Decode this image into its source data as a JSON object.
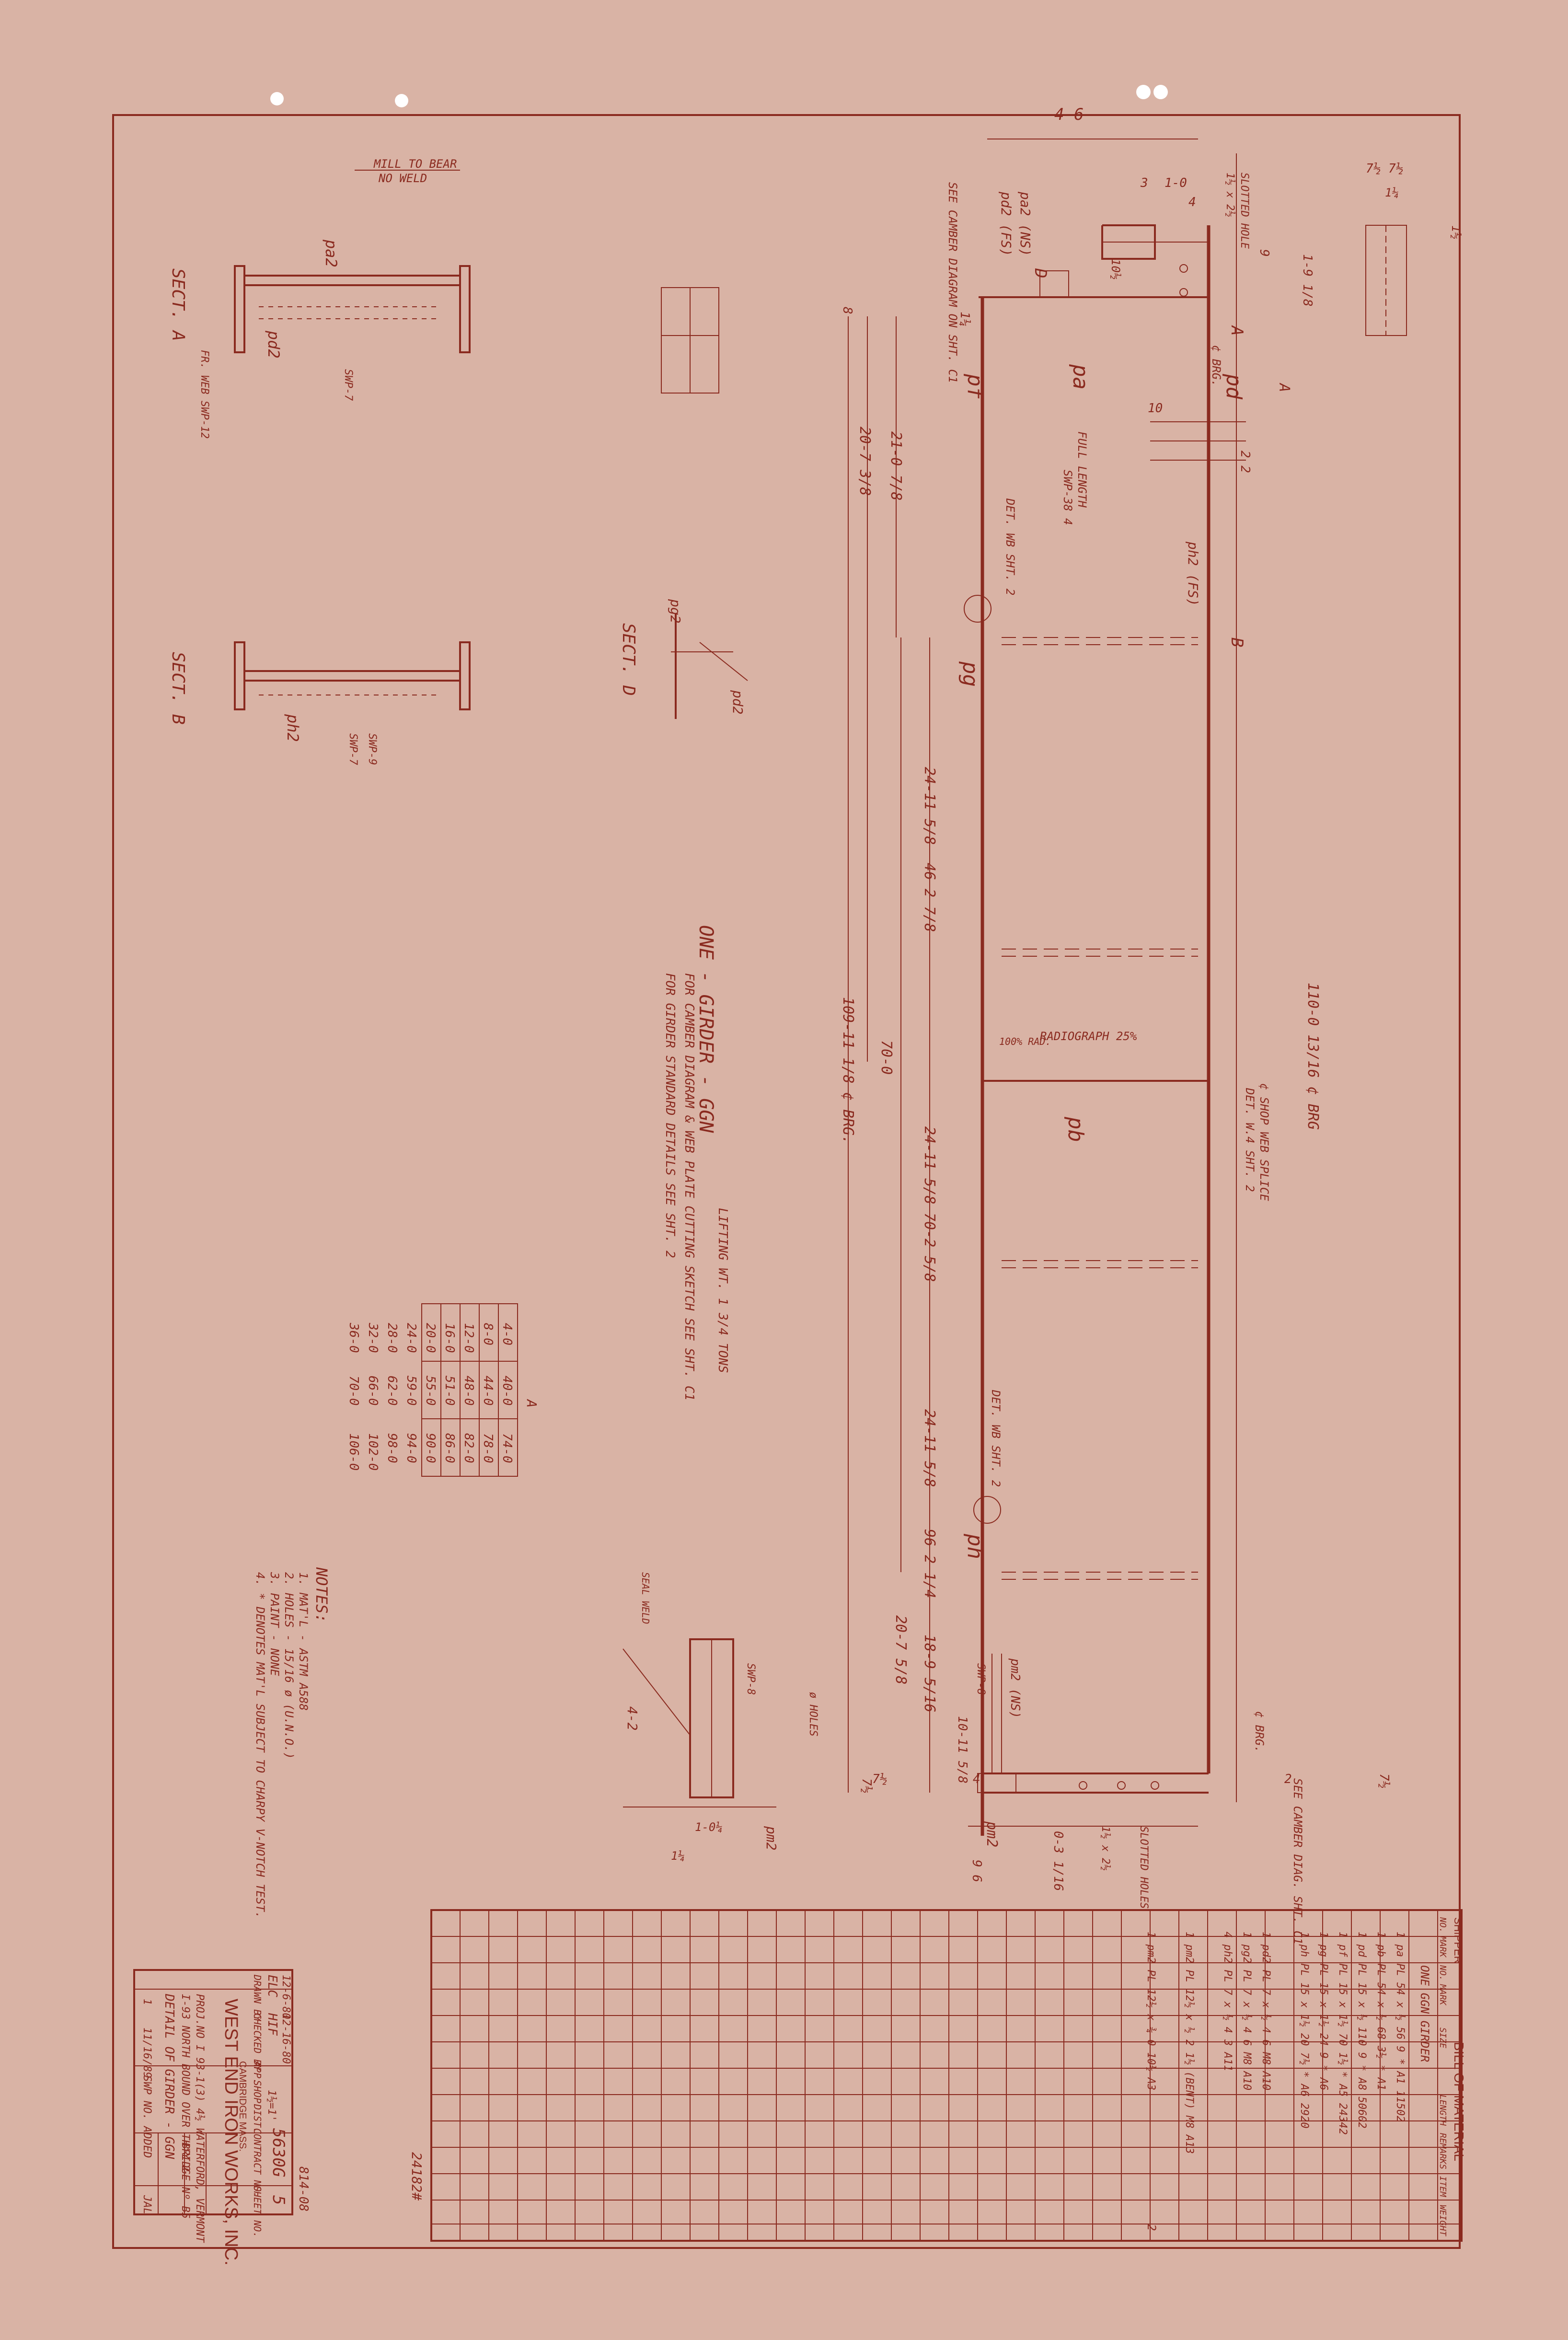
{
  "colors": {
    "paper": "#d9b3a5",
    "ink": "#8a2a1f",
    "margin": "#e3c3b4"
  },
  "title_block": {
    "company": "WEST END IRON WORKS, INC.",
    "city": "CAMBRIDGE MASS.",
    "title_line1": "DETAIL OF GIRDER - GGN",
    "title_line2": "I-93 NORTH BOUND OVER TH'Y 2",
    "title_line3": "PROJ.NO I 93-1(3) 4½",
    "bridge": "BRIDGE Nº B5",
    "location": "WATERFORD, VERMONT",
    "revision_no": "1",
    "revision_date": "11/16/89",
    "revision_text": "SWP NO. ADDED",
    "revision_by": "JAL",
    "headers": [
      "DRAWN BY",
      "CHECKED BY",
      "APP.",
      "SHOP",
      "DIST.",
      "CONTRACT NO.",
      "SHEET NO."
    ],
    "drawn_by": "ELC",
    "drawn_date": "12-6-80",
    "checked_by": "HIF",
    "checked_date": "12-16-80",
    "scale": "1½=1'",
    "contract_no": "5630G",
    "sheet_no": "5",
    "drawing_no": "814-08"
  },
  "bill_of_material": {
    "title": "BILL OF MATERIAL",
    "shipper": "SHIPPER",
    "headers": [
      "NO.",
      "MARK",
      "NO.",
      "MARK",
      "SIZE",
      "LENGTH",
      "REMARKS",
      "ITEM",
      "WEIGHT"
    ],
    "item_title": "ONE GGN GIRDER",
    "rows": [
      "1   pa  PL 54 x ½   56  9   *   A1   11502",
      "1   pb  PL 54 x ½   68  3½  *   A1",
      "1   pd  PL 15 x ½   110 9   *   A8   50602",
      "1   pf  PL 15 x 1½  70  1½  *   A5   24342",
      "1   pg  PL 15 x 1½  24  9   *   A6",
      "1   ph  PL 15 x 1½  20  7½  *   A6   2920",
      "1   pd2 PL 7 x ½    4  6       M8   A10",
      "1   pg2 PL 7 x ½    4  6       M8   A10",
      "4   ph2 PL 7 x ½    4  3            A11",
      "1   pm2 PL 12½ x ½   2  1½  (BENT)  M8   A13",
      "1   pm2 PL 12½ x ¾   0  10½         A3"
    ],
    "weight_note": "2"
  },
  "notes": {
    "title": "NOTES:",
    "lines": [
      "1. MAT'L - ASTM A588",
      "2. HOLES - 15/16 ø (U.N.O.)",
      "3. PAINT - NONE",
      "4. * DENOTES MAT'L SUBJECT TO CHARPY V-NOTCH TEST."
    ]
  },
  "table_a": {
    "header": "A",
    "rows": [
      [
        "4-0",
        "40-0",
        "74-0"
      ],
      [
        "8-0",
        "44-0",
        "78-0"
      ],
      [
        "12-0",
        "48-0",
        "82-0"
      ],
      [
        "16-0",
        "51-0",
        "86-0"
      ],
      [
        "20-0",
        "55-0",
        "90-0"
      ],
      [
        "24-0",
        "59-0",
        "94-0"
      ],
      [
        "28-0",
        "62-0",
        "98-0"
      ],
      [
        "32-0",
        "66-0",
        "102-0"
      ],
      [
        "36-0",
        "70-0",
        "106-0"
      ]
    ]
  },
  "girder": {
    "title": "ONE - GIRDER - GGN",
    "lifting": "LIFTING WT. 1 3/4 TONS",
    "note1": "FOR CAMBER DIAGRAM & WEB PLATE CUTTING SKETCH SEE SHT. C1",
    "note2": "FOR GIRDER STANDARD DETAILS SEE SHT. 2",
    "overall": "110-0 13/16 ¢ BRG",
    "bottom_overall": "109-11 1/8 ¢ BRG.",
    "dim_70": "70-0",
    "dim_70_2": "70-2 5/8",
    "dim_46": "46 2 7/8",
    "dim_2411a": "24-11 5/8",
    "dim_2411b": "24-11 5/8",
    "dim_2411c": "24-11 5/8",
    "dim_2411d": "24-11 5/8",
    "dim_2107": "21-0 7/8",
    "dim_2107b": "20-7 3/8",
    "dim_2076": "20-7 5/8",
    "dim_1891": "18-9 5/16",
    "dim_1011": "10-11 5/8",
    "dim_962": "96 2 1/4",
    "dim_46top": "4-6",
    "dim_10": "10",
    "dim_22": "2 2",
    "dim_3": "3",
    "dim_1o": "1-0",
    "dim_4": "4",
    "dim_9": "9",
    "dim_194": "1-9 1/8",
    "dim_712": "7½ 7½",
    "dim_114": "1¼",
    "dim_112": "1½",
    "dim_1012": "10½",
    "dim_8": "8",
    "dim_8b": "8",
    "dim_114b": "1¼",
    "dim_712b": "7½",
    "dim_712c": "7½",
    "dim_4b": "4",
    "dim_0316": "0-3 1/16",
    "dim_96": "9 6",
    "dim_112b": "1½",
    "slotted_top": "SLOTTED HOLE",
    "slotted_top_tag": "1½ x 2½",
    "slotted_bot": "SLOTTED HOLES",
    "slotted_bot_tag": "1½ x 2½",
    "see_camber_top": "SEE CAMBER DIAGRAM ON SHT. C1",
    "see_camber_bot": "SEE CAMBER DIAG. SHT. C1",
    "pa_ns": "pa2 (NS)",
    "pd_fs": "pd2 (FS)",
    "pg_fs": "ph2 (FS)",
    "pm_ns": "pm2 (NS)",
    "det_wb1": "DET. WB SHT. 2",
    "det_wb2": "DET. WB SHT. 2",
    "full_length": "FULL LENGTH",
    "swp_38": "SWP-38 4",
    "radiograph": "RADIOGRAPH 25%",
    "rad100": "100% RAD.",
    "shop_splice": "¢ SHOP WEB SPLICE",
    "shop_splice_det": "DET. W.4 SHT. 2",
    "cl_brg_top": "¢ BRG.",
    "cl_brg_bot": "¢ BRG.",
    "pa": "pa",
    "pb": "pb",
    "pd": "pd",
    "pf": "pf",
    "pg": "pg",
    "ph": "ph",
    "pm2": "pm2",
    "mark_a": "A",
    "mark_b": "B",
    "mark_d": "D",
    "mark_a_circle": "A",
    "dim_712d": "7½",
    "dim_2": "2"
  },
  "sections": {
    "sect_a": "SECT. A",
    "sect_b": "SECT. B",
    "sect_d": "SECT. D",
    "mill_to_bear": "MILL TO BEAR",
    "no_weld": "NO WELD",
    "pa2": "pa2",
    "pd2": "pd2",
    "ph2": "ph2",
    "pg2": "pg2",
    "pd2b": "pd2",
    "pm2b": "pm2",
    "fr_web": "FR. WEB SWP-12",
    "swp7": "SWP-7",
    "swp7b": "SWP-7",
    "swp9": "SWP-9",
    "swp8": "SWP-8",
    "swp8b": "SWP-8",
    "seal_weld": "SEAL WELD",
    "holes": "ø HOLES",
    "dim_42": "4-2",
    "dim_104": "1-0¼",
    "dim_14": "1¼"
  },
  "misc": {
    "registry": "24182#"
  }
}
